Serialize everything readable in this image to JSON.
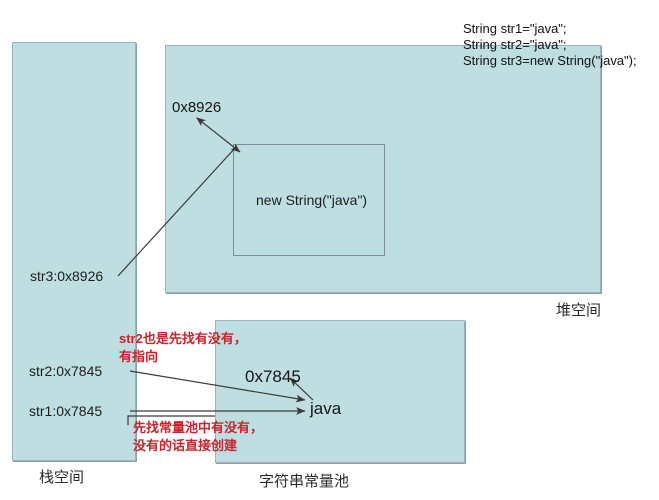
{
  "diagram": {
    "title_code": {
      "lines": [
        "String str1=\"java\";",
        "String str2=\"java\";",
        "String str3=new String(\"java\");"
      ]
    },
    "stack": {
      "caption": "栈空间",
      "entries": [
        {
          "label": "str3:0x8926"
        },
        {
          "label": "str2:0x7845"
        },
        {
          "label": "str1:0x7845"
        }
      ]
    },
    "heap": {
      "caption": "堆空间",
      "address": "0x8926",
      "object_label": "new String(\"java\")"
    },
    "pool": {
      "caption": "字符串常量池",
      "address": "0x7845",
      "value": "java"
    },
    "notes": {
      "str2_note_line1": "str2也是先找有没有，",
      "str2_note_line2": "有指向",
      "pool_note_line1": "先找常量池中有没有，",
      "pool_note_line2": "没有的话直接创建"
    },
    "colors": {
      "box_fill": "#bedee1",
      "box_border": "#9bb3bd",
      "note_red": "#c9252d",
      "arrow": "#3a3a3a"
    }
  }
}
